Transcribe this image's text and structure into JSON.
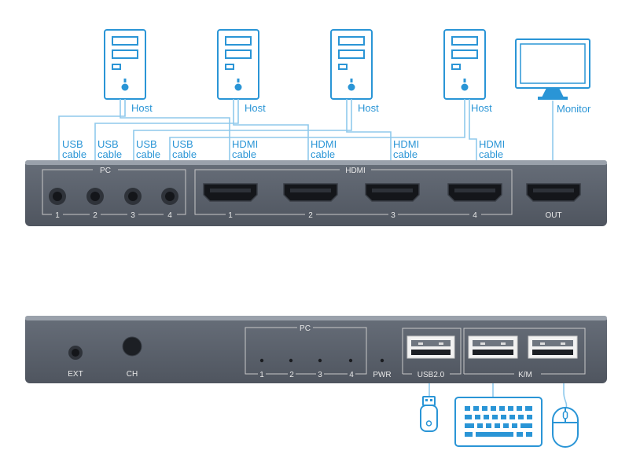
{
  "hosts": [
    {
      "label": "Host"
    },
    {
      "label": "Host"
    },
    {
      "label": "Host"
    },
    {
      "label": "Host"
    }
  ],
  "monitor": {
    "label": "Monitor"
  },
  "cables": {
    "usb": [
      "USB",
      "cable"
    ],
    "hdmi": [
      "HDMI",
      "cable"
    ]
  },
  "front_panel": {
    "pc_group_label": "PC",
    "hdmi_group_label": "HDMI",
    "audio_ports": [
      "1",
      "2",
      "3",
      "4"
    ],
    "hdmi_ports": [
      "1",
      "2",
      "3",
      "4"
    ],
    "out_label": "OUT"
  },
  "back_panel": {
    "ext_label": "EXT",
    "ch_label": "CH",
    "pc_group_label": "PC",
    "leds": [
      "1",
      "2",
      "3",
      "4"
    ],
    "pwr_label": "PWR",
    "usb_label": "USB2.0",
    "km_label": "K/M"
  },
  "colors": {
    "accent": "#2a95d6",
    "wire": "#8fc9ec",
    "device_body": "#5f6673",
    "device_edge": "#8a919b"
  }
}
